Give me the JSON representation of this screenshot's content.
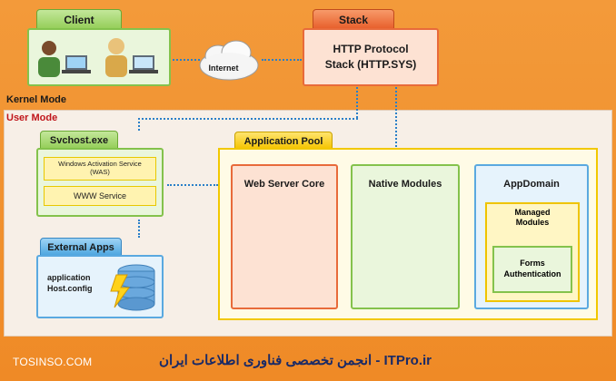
{
  "client": {
    "title": "Client"
  },
  "stack": {
    "title": "Stack",
    "line1": "HTTP Protocol",
    "line2": "Stack (HTTP.SYS)"
  },
  "internet": {
    "label": "Internet"
  },
  "modes": {
    "kernel": "Kernel Mode",
    "user": "User Mode"
  },
  "svchost": {
    "title": "Svchost.exe",
    "was_line1": "Windows Activation Service",
    "was_line2": "(WAS)",
    "www": "WWW Service"
  },
  "external_apps": {
    "title": "External Apps",
    "line1": "application",
    "line2": "Host.config"
  },
  "app_pool": {
    "title": "Application Pool",
    "web_server_core": "Web Server Core",
    "native_modules": "Native Modules",
    "appdomain": {
      "title": "AppDomain",
      "managed_line1": "Managed",
      "managed_line2": "Modules",
      "forms_line1": "Forms",
      "forms_line2": "Authentication"
    }
  },
  "footer": {
    "left": "TOSINSO.COM",
    "right": "ITPro.ir - انجمن تخصصی فناوری اطلاعات ایران"
  },
  "colors": {
    "background": "#ef8a26",
    "green": "#84c24c",
    "blue": "#5aa9e0",
    "orange": "#e86a3a",
    "yellow": "#f2c800",
    "connector": "#2a7fc8"
  }
}
